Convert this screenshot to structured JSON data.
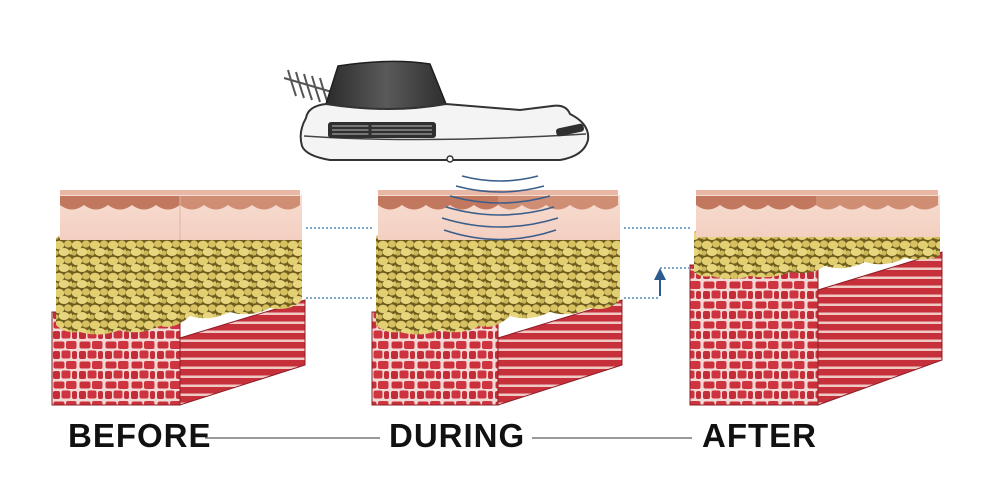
{
  "stages": {
    "before_label": "BEFORE",
    "during_label": "DURING",
    "after_label": "AFTER"
  },
  "layers": [
    "skin",
    "fat",
    "muscle"
  ],
  "device": {
    "icon": "ultrasound-handpiece-icon",
    "emits": "acoustic-wave-icon"
  },
  "colors": {
    "skin_top": "#e9b7a8",
    "skin": "#f5d6c9",
    "dermis_edge": "#b8664a",
    "fat": "#d9c46a",
    "fat_shadow": "#6b5a1c",
    "muscle": "#c8323b",
    "muscle_dark": "#8f1d27",
    "wave": "#3b5f8a",
    "guide_line": "#7fa7c9",
    "device_body": "#f4f4f4",
    "device_cap": "#3a3a3a"
  }
}
